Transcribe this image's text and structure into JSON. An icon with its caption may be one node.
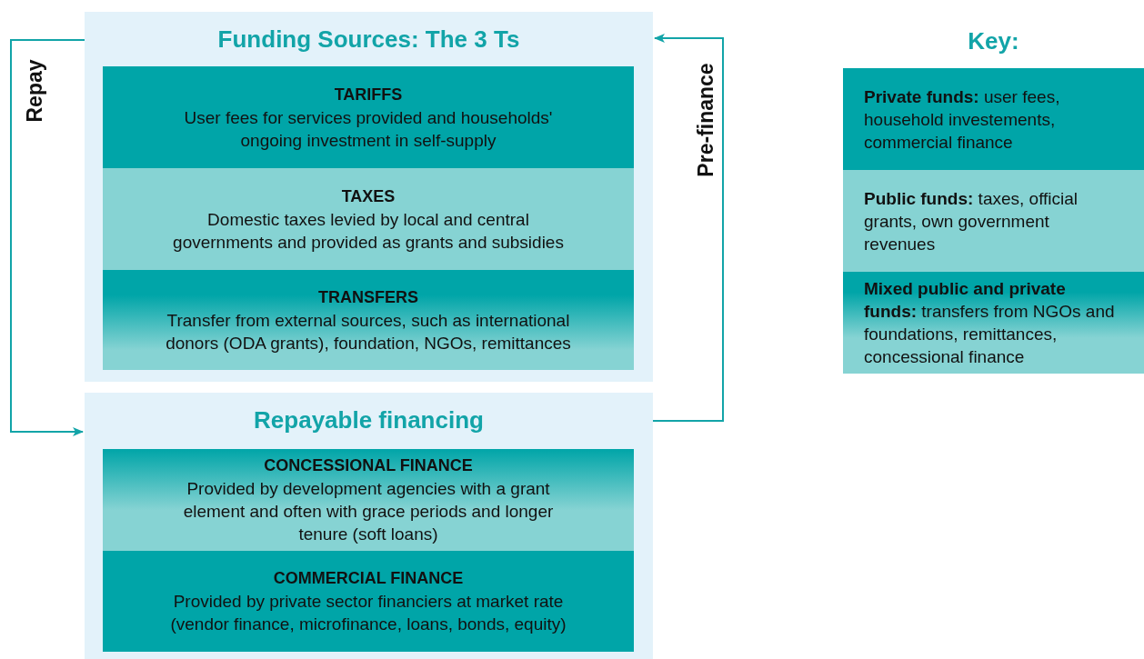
{
  "diagram": {
    "nodes": [
      {
        "text": [
          "Funding Sources: The 3 Ts"
        ]
      },
      {
        "text": [
          "TARIFFS",
          "User fees for services provided and households' ongoing investment in self-supply"
        ],
        "in": 0
      },
      {
        "text": [
          "TAXES",
          "Domestic taxes levied by local and central governments and provided as grants and subsidies"
        ],
        "in": 0
      },
      {
        "text": [
          "TRANSFERS",
          "Transfer from external sources, such as international donors (ODA grants), foundation, NGOs, remittances"
        ],
        "in": 0
      },
      {
        "text": [
          "Repayable financing"
        ]
      },
      {
        "text": [
          "CONCESSIONAL FINANCE",
          "Provided by development agencies with a grant element and often with grace periods and longer tenure (soft loans)"
        ],
        "in": 4
      },
      {
        "text": [
          "COMMERCIAL FINANCE",
          "Provided by private sector financiers at market rate (vendor finance, microfinance, loans, bonds, equity)"
        ],
        "in": 4
      }
    ],
    "edges": [
      {
        "from": 0,
        "to": 4,
        "arrow": "to",
        "label": "Repay"
      },
      {
        "from": 4,
        "to": 0,
        "arrow": "to",
        "label": "Pre-finance"
      }
    ],
    "labels": [
      "Key:"
    ],
    "legend": [
      {
        "text": "**Private funds:** user fees, household investements, commercial finance",
        "color": "#00a5a8"
      },
      {
        "text": "**Public funds:** taxes, official grants, own government revenues",
        "color": "#86d3d3"
      },
      {
        "text": "**Mixed public and private funds:** transfers from NGOs and foundations, remittances, concessional finance",
        "color": "#00a5a8"
      }
    ]
  }
}
